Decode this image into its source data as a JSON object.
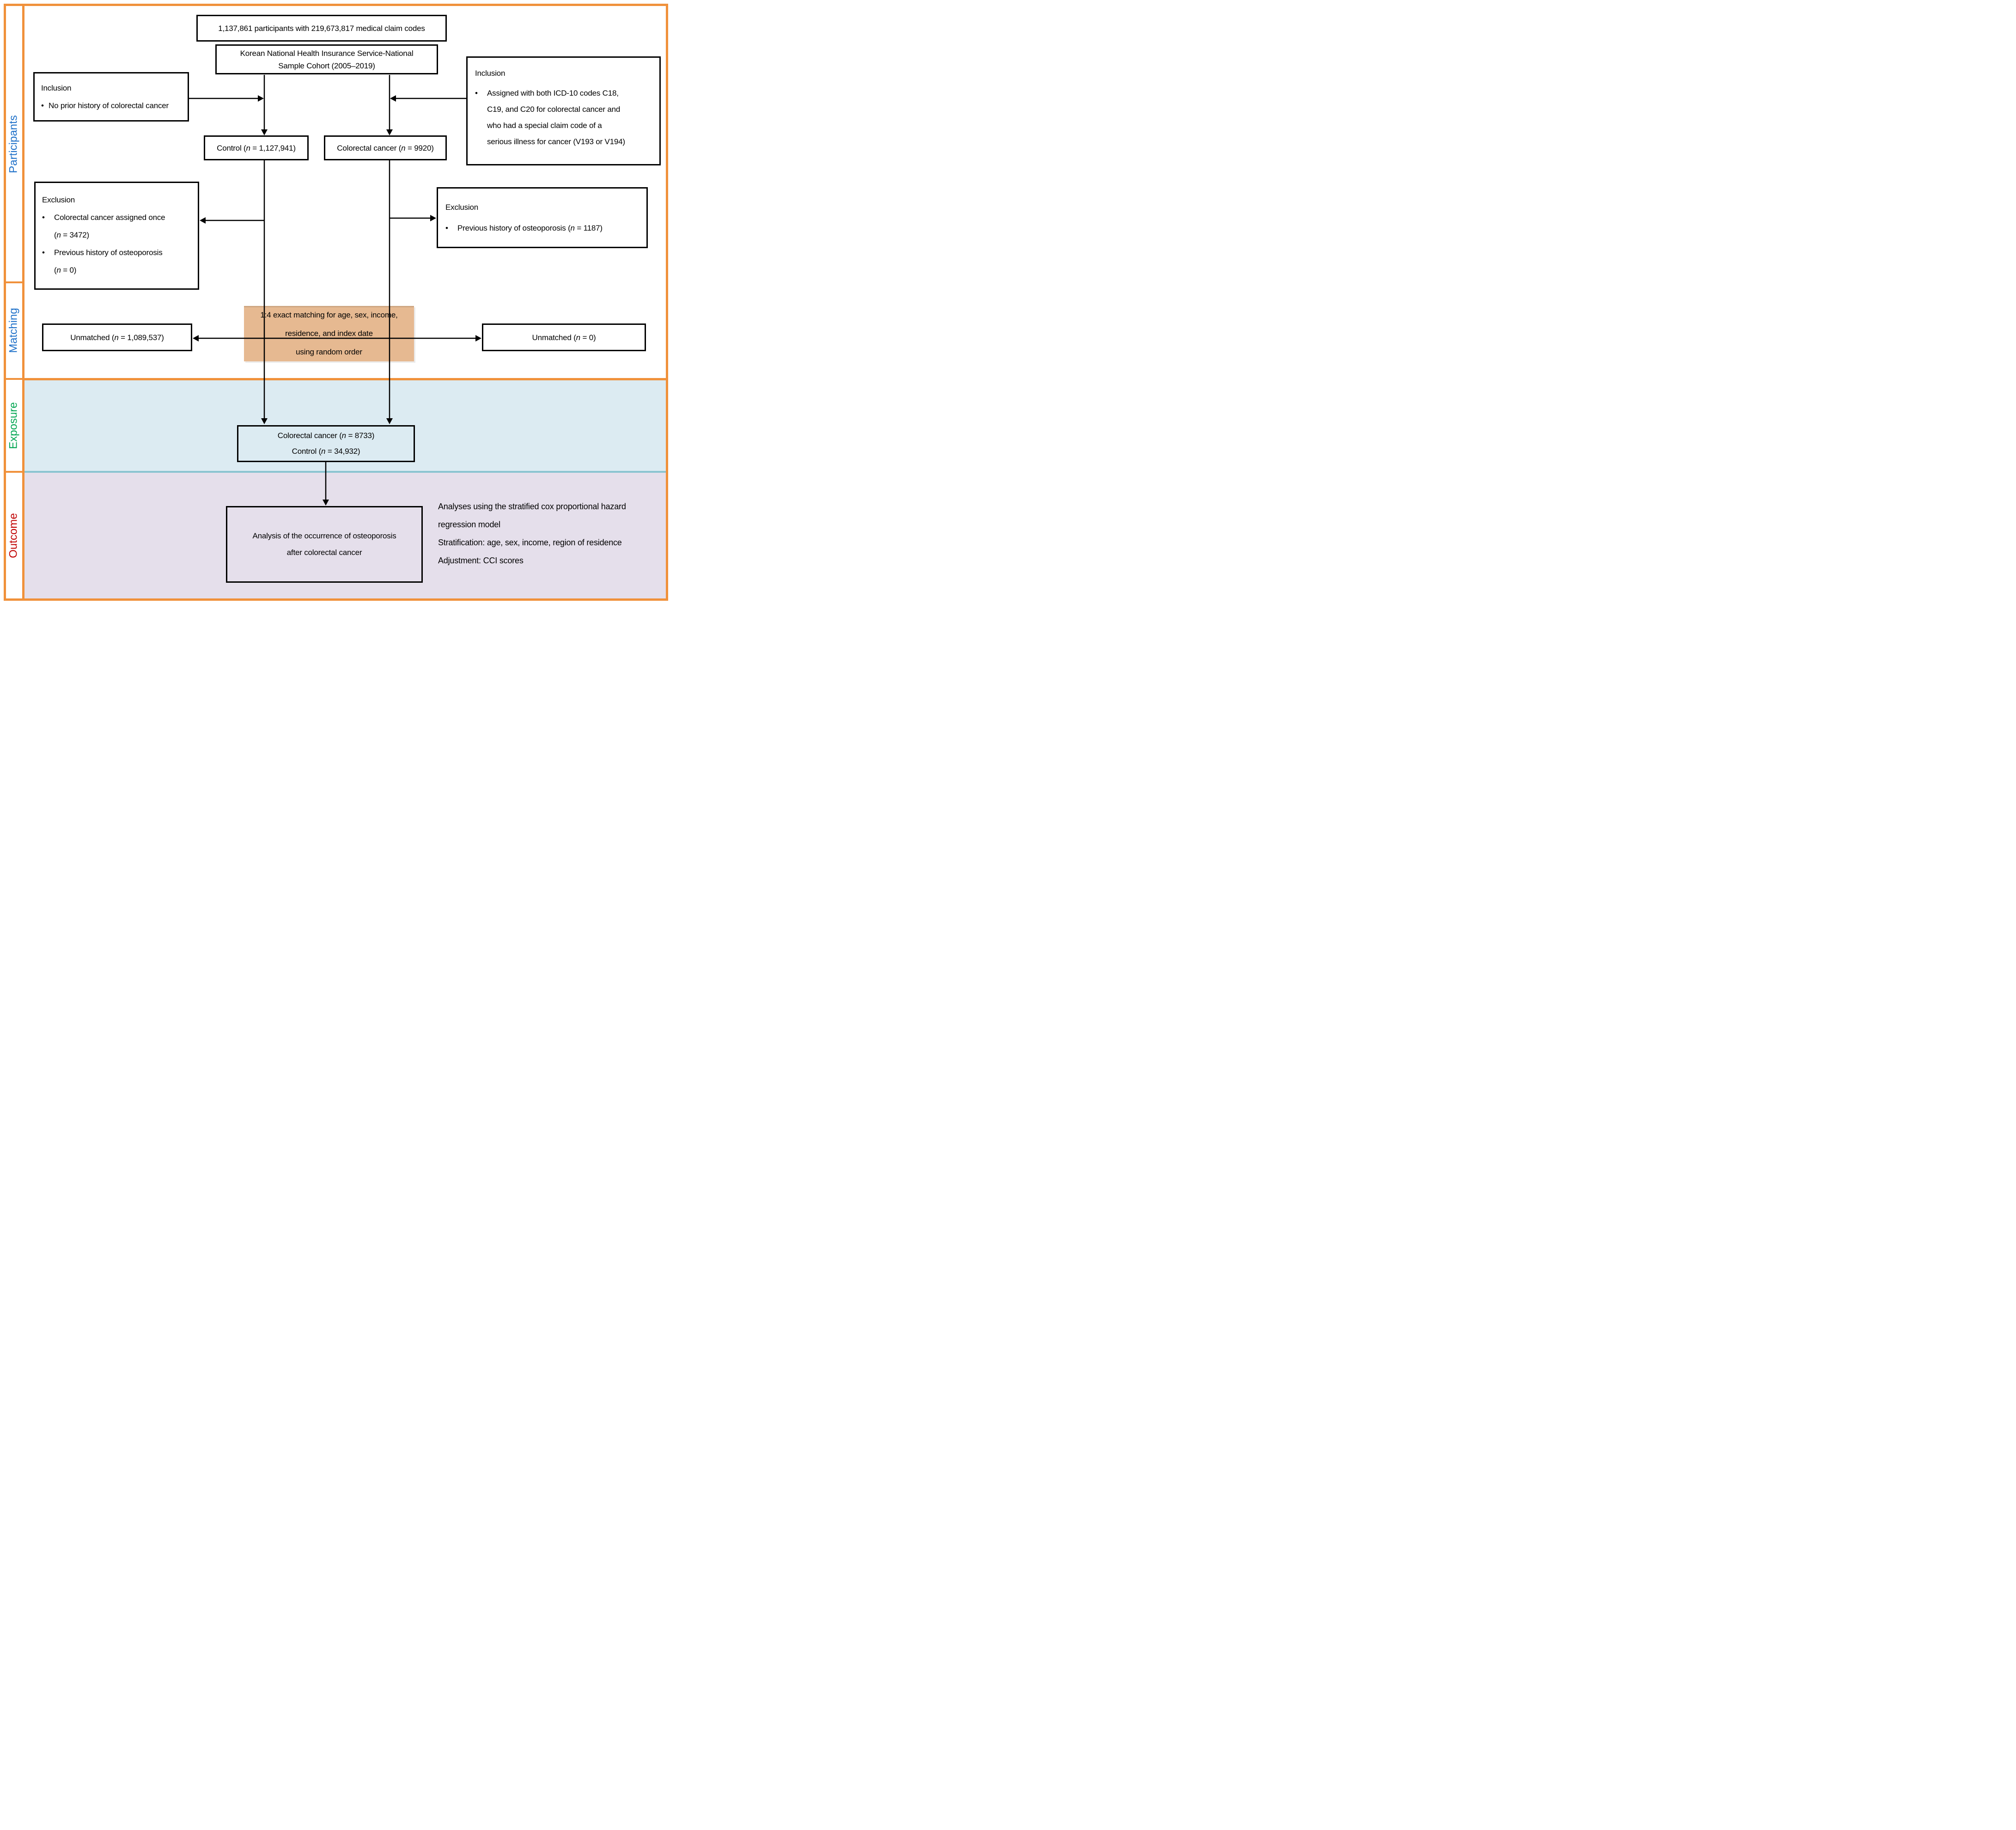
{
  "colors": {
    "orange": "#F0913B",
    "band-blue": "#DCEBF2",
    "band-purple": "#E5DFEB",
    "teal-line": "#8AC4D0",
    "tan": "#E6B991",
    "label-blue": "#1C6FC8",
    "label-green": "#00A550",
    "label-red": "#C00000"
  },
  "sidebar": {
    "sections": [
      {
        "label": "Participants",
        "color": "#1C6FC8"
      },
      {
        "label": "Matching",
        "color": "#1C6FC8"
      },
      {
        "label": "Exposure",
        "color": "#00A550"
      },
      {
        "label": "Outcome",
        "color": "#C00000"
      }
    ]
  },
  "boxes": {
    "source_population": "1,137,861 participants with 219,673,817 medical claim codes",
    "cohort": {
      "line1": "Korean National Health Insurance Service-National",
      "line2": "Sample Cohort (2005–2019)"
    },
    "inclusion_left": {
      "title": "Inclusion",
      "bullet": "No prior history of colorectal cancer"
    },
    "inclusion_right": {
      "title": "Inclusion",
      "lines": [
        "Assigned with both ICD-10 codes C18,",
        "C19, and C20 for colorectal cancer and",
        "who had a special claim code of a",
        "serious illness for cancer (V193 or V194)"
      ]
    },
    "control": "Control (n = 1,127,941)",
    "colorectal": "Colorectal cancer (n = 9920)",
    "exclusion_left": {
      "title": "Exclusion",
      "bullet1_line1": "Colorectal cancer assigned once",
      "bullet1_line2": "(n = 3472)",
      "bullet2_line1": "Previous history of osteoporosis",
      "bullet2_line2": "(n = 0)"
    },
    "exclusion_right": {
      "title": "Exclusion",
      "bullet": "Previous history of osteoporosis (n = 1187)"
    },
    "matching": {
      "line1": "1:4 exact matching for age, sex, income,",
      "line2": "residence, and index date",
      "line3": "using random order"
    },
    "unmatched_left": "Unmatched (n = 1,089,537)",
    "unmatched_right": "Unmatched (n = 0)",
    "exposure": {
      "line1": "Colorectal cancer (n = 8733)",
      "line2": "Control (n = 34,932)"
    },
    "outcome": {
      "line1": "Analysis of the occurrence of osteoporosis",
      "line2": "after colorectal cancer"
    },
    "outcome_notes": {
      "line1": "Analyses using the stratified cox proportional hazard",
      "line2": "regression model",
      "line3": "Stratification: age, sex, income, region of residence",
      "line4": "Adjustment: CCI scores"
    }
  }
}
